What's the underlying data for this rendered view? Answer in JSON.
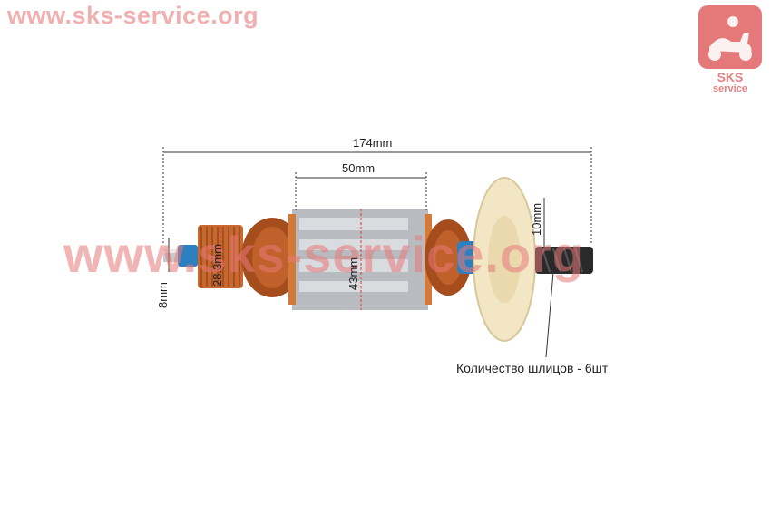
{
  "watermark": {
    "url": "www.sks-service.org",
    "center_text": "www.sks-service.org",
    "logo_text_top": "SKS",
    "logo_text_bottom": "service"
  },
  "dimensions": {
    "total_length": "174mm",
    "core_length": "50mm",
    "core_diameter": "43mm",
    "commutator_diameter": "28.3mm",
    "shaft_diameter": "8mm",
    "gear_length": "10mm"
  },
  "caption": "Количество шлицов - 6шт",
  "colors": {
    "watermark": "#f0b0b0",
    "logo_red": "#e06060",
    "copper": "#c8672e",
    "steel": "#b8bcc0",
    "gear": "#f2e6c4",
    "blue_collar": "#2e7fc0",
    "dim_line": "#e03030"
  }
}
